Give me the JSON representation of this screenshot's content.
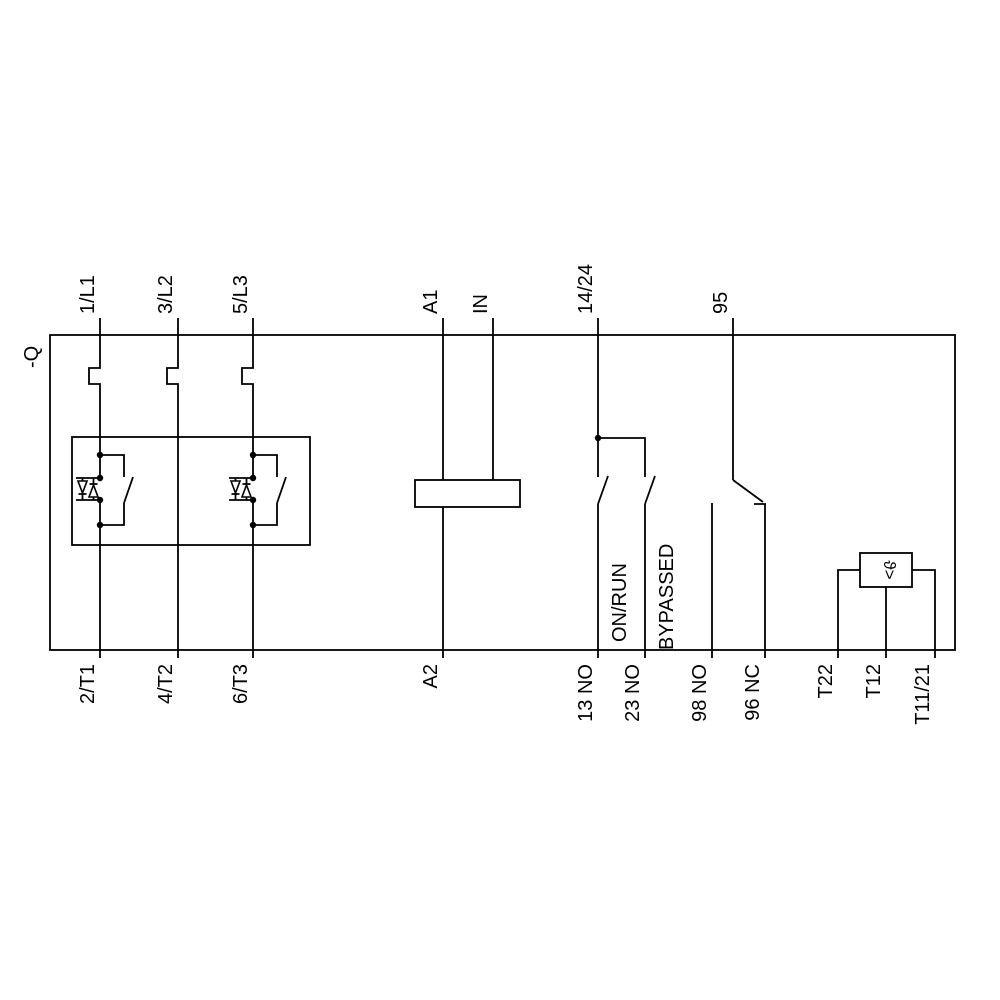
{
  "device_label": "-Q",
  "terminals_top": [
    "1/L1",
    "3/L2",
    "5/L3",
    "A1",
    "IN",
    "14/24",
    "95"
  ],
  "terminals_bottom": [
    "2/T1",
    "4/T2",
    "6/T3",
    "A2",
    "13 NO",
    "23 NO",
    "98 NO",
    "96 NC",
    "T22",
    "T12",
    "T11/21"
  ],
  "annotations": {
    "on_run": "ON/RUN",
    "bypassed": "BYPASSED",
    "thermistor_trip": "ϑ>"
  },
  "colors": {
    "line": "#000000",
    "background": "#ffffff"
  }
}
